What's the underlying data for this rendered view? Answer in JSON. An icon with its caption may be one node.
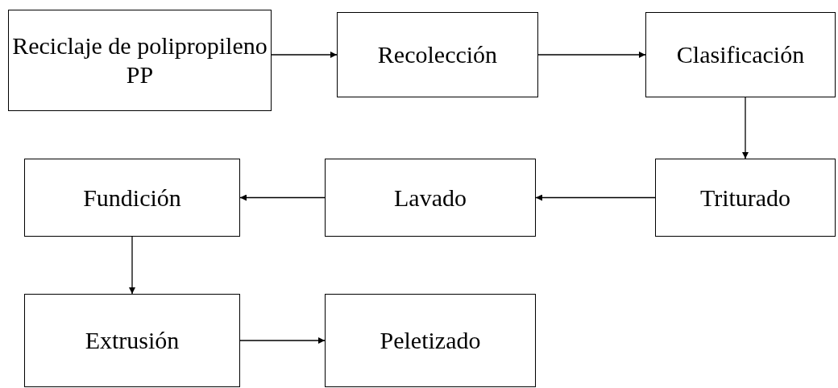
{
  "diagram": {
    "nodes": [
      {
        "text": [
          "Reciclaje de polipropileno PP"
        ]
      },
      {
        "text": [
          "Recolección"
        ]
      },
      {
        "text": [
          "Clasificación"
        ]
      },
      {
        "text": [
          "Triturado"
        ]
      },
      {
        "text": [
          "Lavado"
        ]
      },
      {
        "text": [
          "Fundición"
        ]
      },
      {
        "text": [
          "Extrusión"
        ]
      },
      {
        "text": [
          "Peletizado"
        ]
      }
    ],
    "edges": [
      {
        "from": 0,
        "to": 1,
        "arrow": "to"
      },
      {
        "from": 1,
        "to": 2,
        "arrow": "to"
      },
      {
        "from": 2,
        "to": 3,
        "arrow": "to"
      },
      {
        "from": 3,
        "to": 4,
        "arrow": "to"
      },
      {
        "from": 4,
        "to": 5,
        "arrow": "to"
      },
      {
        "from": 5,
        "to": 6,
        "arrow": "to"
      },
      {
        "from": 6,
        "to": 7,
        "arrow": "to"
      }
    ]
  }
}
